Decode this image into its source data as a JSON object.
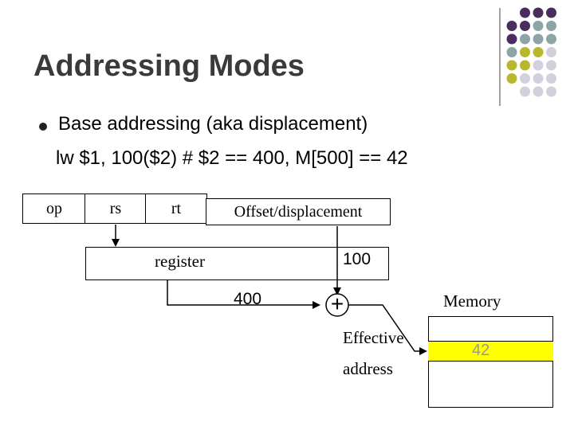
{
  "slide": {
    "title": "Addressing Modes",
    "bullet": "Base addressing (aka displacement)",
    "example": "lw $1, 100($2) # $2 == 400, M[500] == 42"
  },
  "instruction_fields": [
    "op",
    "rs",
    "rt",
    "Offset/displacement"
  ],
  "diagram": {
    "register_label": "register",
    "offset_value": "100",
    "register_value": "400",
    "adder_symbol": "+",
    "effective_label_1": "Effective",
    "effective_label_2": "address",
    "memory_label": "Memory",
    "memory_value": "42"
  },
  "colors": {
    "title": "#3a3a3a",
    "memory_highlight": "#ffff00",
    "memory_value_text": "#999999",
    "decor_purple": "#4a2c5e",
    "decor_teal": "#8ea5a8",
    "decor_olive": "#b8b82e",
    "decor_lavender": "#d3d0de"
  }
}
